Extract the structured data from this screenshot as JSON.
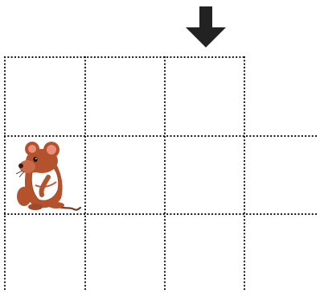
{
  "grid": {
    "rows": 3,
    "cols": 4
  },
  "pieces": [
    {
      "name": "mouse",
      "row": 2,
      "col": 1
    }
  ],
  "entry_arrow": {
    "direction": "down",
    "col": 3,
    "color": "#222222"
  },
  "colors": {
    "grid": "#111111",
    "mouse_fur": "#b4522e",
    "mouse_ear_inner": "#e98f7a",
    "mouse_shirt": "#ffffff"
  }
}
